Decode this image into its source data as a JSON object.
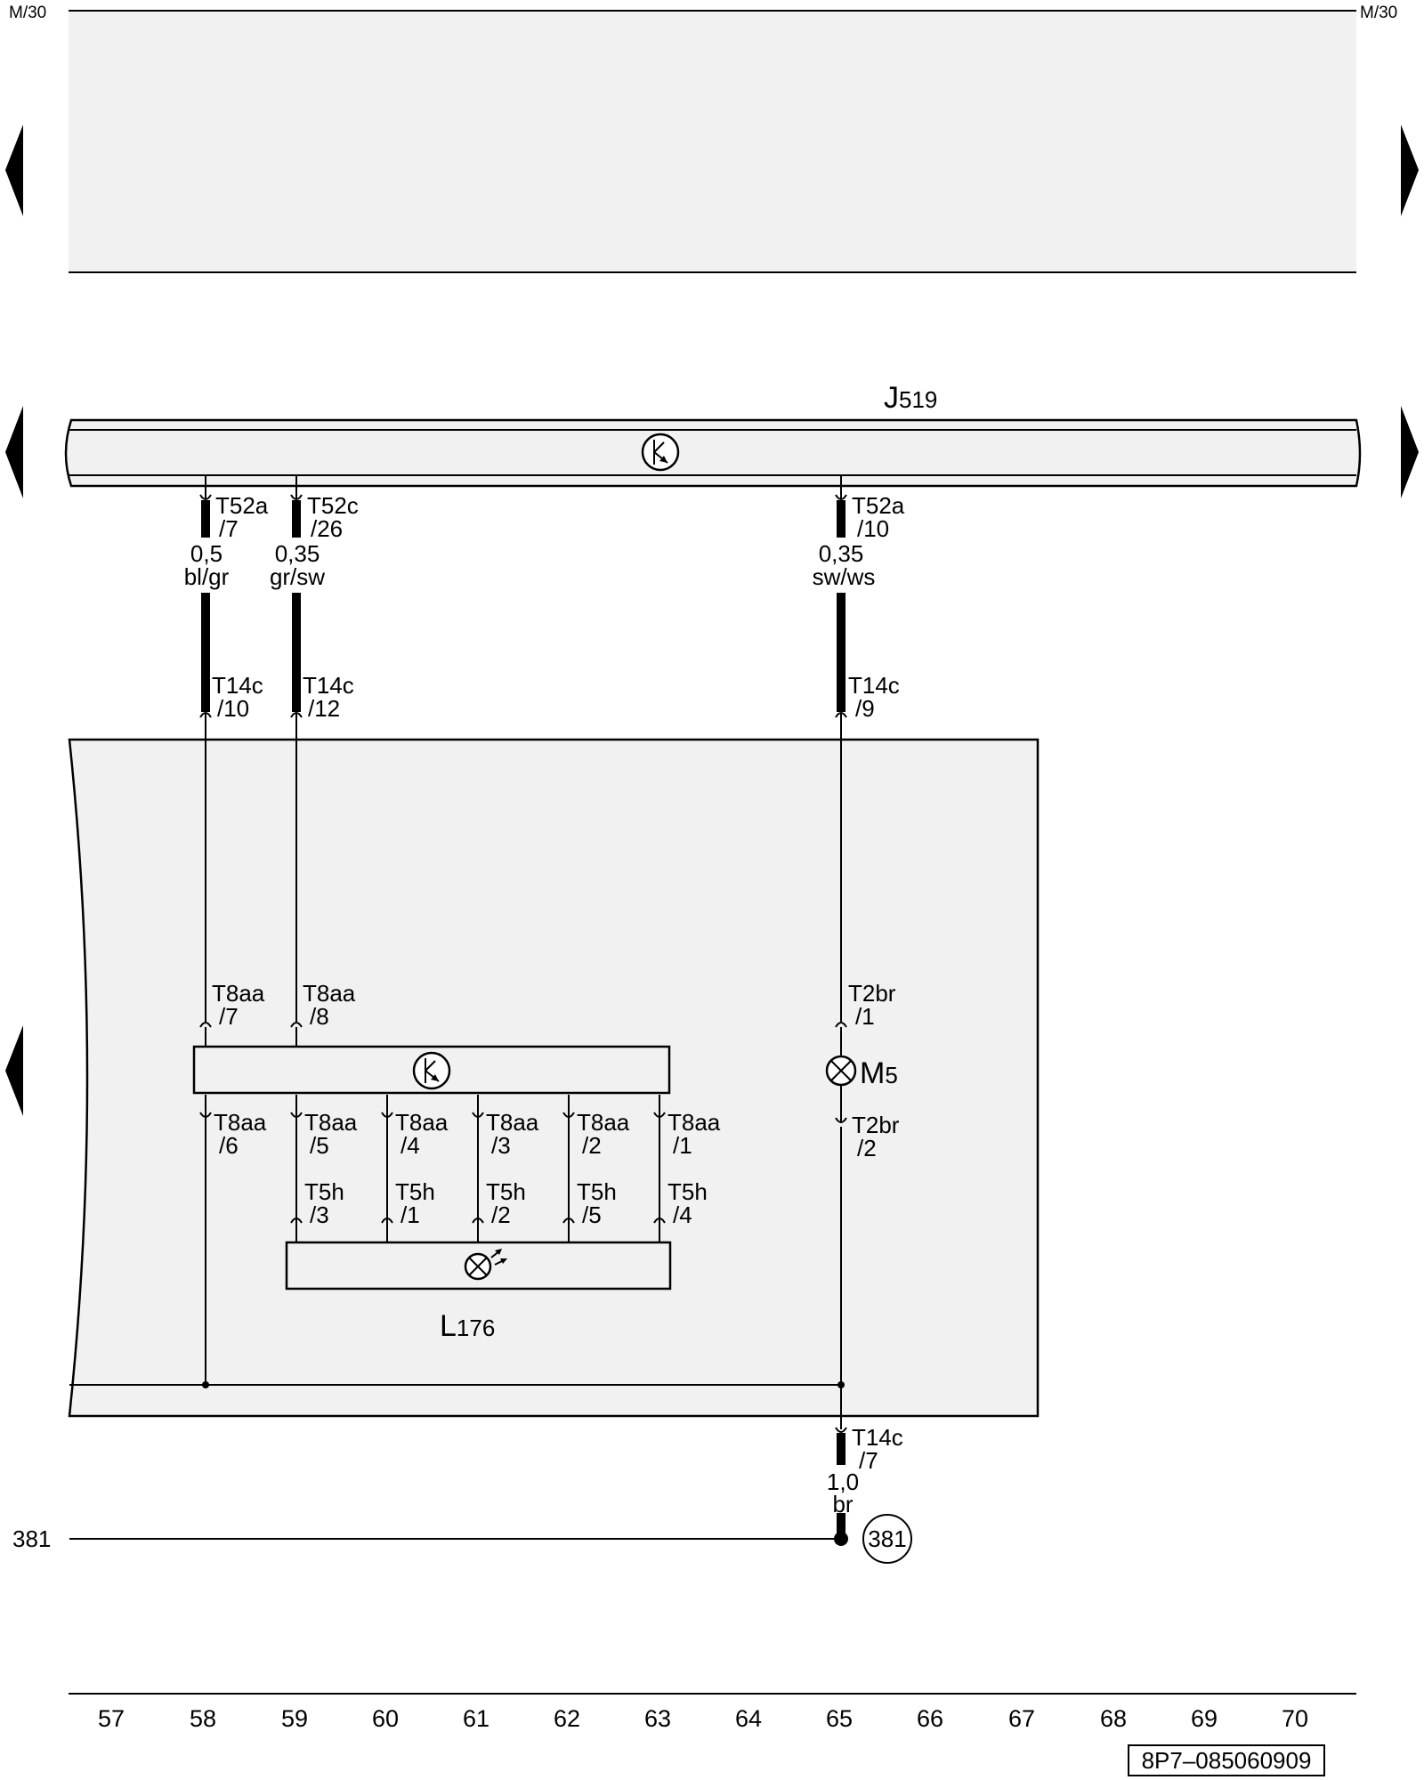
{
  "corner_left": "M/30",
  "corner_right": "M/30",
  "components": {
    "j519": {
      "letter": "J",
      "number": "519"
    },
    "m5": {
      "letter": "M",
      "number": "5"
    },
    "l176": {
      "letter": "L",
      "number": "176"
    }
  },
  "wires": [
    {
      "id": "w58",
      "top_conn": "T52a",
      "top_pin": "/7",
      "size": "0,5",
      "color": "bl/gr",
      "bottom_conn": "T14c",
      "bottom_pin": "/10"
    },
    {
      "id": "w59",
      "top_conn": "T52c",
      "top_pin": "/26",
      "size": "0,35",
      "color": "gr/sw",
      "bottom_conn": "T14c",
      "bottom_pin": "/12"
    },
    {
      "id": "w65",
      "top_conn": "T52a",
      "top_pin": "/10",
      "size": "0,35",
      "color": "sw/ws",
      "bottom_conn": "T14c",
      "bottom_pin": "/9"
    }
  ],
  "module_top_pins": [
    {
      "conn": "T8aa",
      "pin": "/7"
    },
    {
      "conn": "T8aa",
      "pin": "/8"
    }
  ],
  "module_bottom_pins": [
    {
      "conn": "T8aa",
      "pin": "/6"
    },
    {
      "conn": "T8aa",
      "pin": "/5"
    },
    {
      "conn": "T8aa",
      "pin": "/4"
    },
    {
      "conn": "T8aa",
      "pin": "/3"
    },
    {
      "conn": "T8aa",
      "pin": "/2"
    },
    {
      "conn": "T8aa",
      "pin": "/1"
    }
  ],
  "lamp_pins": [
    {
      "conn": "T5h",
      "pin": "/3"
    },
    {
      "conn": "T5h",
      "pin": "/1"
    },
    {
      "conn": "T5h",
      "pin": "/2"
    },
    {
      "conn": "T5h",
      "pin": "/5"
    },
    {
      "conn": "T5h",
      "pin": "/4"
    }
  ],
  "m5_pins": [
    {
      "conn": "T2br",
      "pin": "/1"
    },
    {
      "conn": "T2br",
      "pin": "/2"
    }
  ],
  "ground_wire": {
    "conn": "T14c",
    "pin": "/7",
    "size": "1,0",
    "color": "br"
  },
  "ground": {
    "left_label": "381",
    "circle_label": "381"
  },
  "columns": [
    "57",
    "58",
    "59",
    "60",
    "61",
    "62",
    "63",
    "64",
    "65",
    "66",
    "67",
    "68",
    "69",
    "70"
  ],
  "doc_code": "8P7–085060909"
}
